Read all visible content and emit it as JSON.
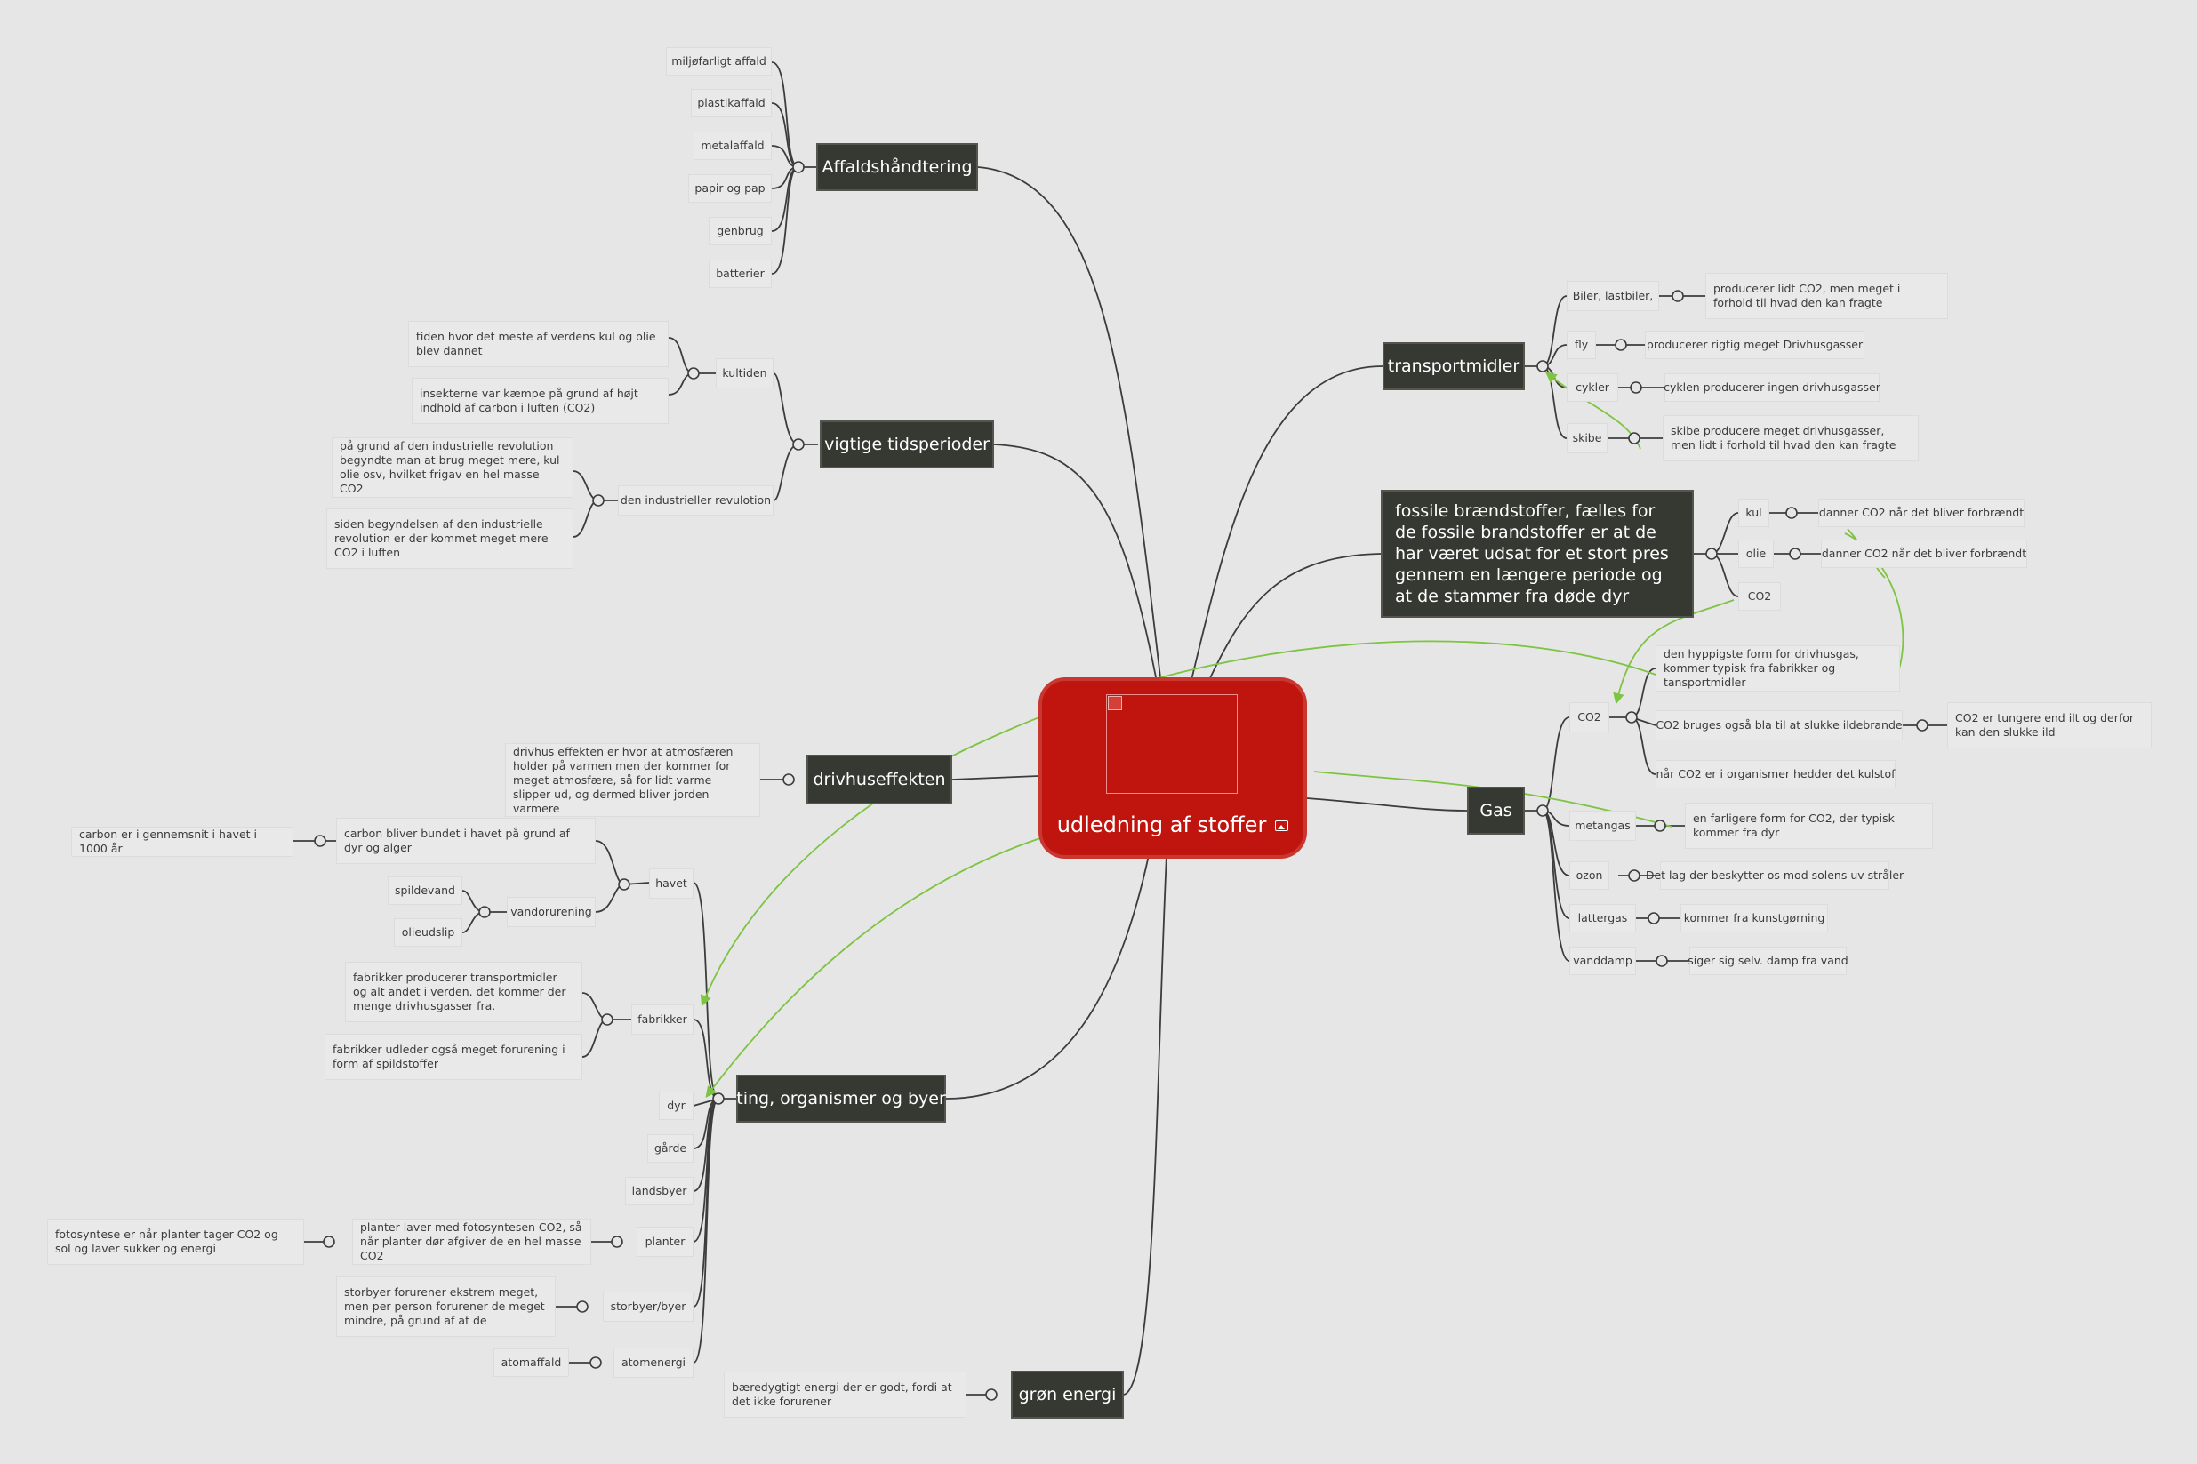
{
  "central": {
    "title": "udledning af stoffer",
    "image_icon": "image-icon"
  },
  "branches": {
    "affald": {
      "label": "Affaldshåndtering",
      "items": [
        "miljøfarligt affald",
        "plastikaffald",
        "metalaffald",
        "papir og pap",
        "genbrug",
        "batterier"
      ]
    },
    "tidsperioder": {
      "label": "vigtige tidsperioder",
      "kultiden": {
        "label": "kultiden",
        "notes": [
          "tiden hvor det meste af verdens kul og olie blev dannet",
          "insekterne var kæmpe på grund af højt indhold af carbon i luften (CO2)"
        ]
      },
      "industriel": {
        "label": "den industrieller revulotion",
        "notes": [
          "på grund af den industrielle revolution begyndte man at brug meget mere, kul olie osv, hvilket frigav en hel masse CO2",
          "siden begyndelsen af den industrielle revolution er der kommet meget mere CO2 i luften"
        ]
      }
    },
    "drivhus": {
      "label": "drivhuseffekten",
      "note": "drivhus effekten er hvor at atmosfæren holder på varmen men der kommer for meget atmosfære, så for lidt varme slipper ud, og dermed bliver jorden varmere"
    },
    "ting": {
      "label": "ting, organismer og byer",
      "havet": {
        "label": "havet",
        "carbon": "carbon bliver bundet i havet på grund af dyr og alger",
        "carbon_detail": "carbon er i gennemsnit i havet i 1000 år",
        "vandorurening": "vandorurening",
        "vand_items": [
          "spildevand",
          "olieudslip"
        ]
      },
      "fabrikker": {
        "label": "fabrikker",
        "notes": [
          "fabrikker producerer transportmidler og alt andet i verden. det kommer der menge drivhusgasser fra.",
          "fabrikker udleder også meget forurening i form af spildstoffer"
        ]
      },
      "dyr": "dyr",
      "garde": "gårde",
      "landsbyer": "landsbyer",
      "planter": {
        "label": "planter",
        "note": "planter laver med fotosyntesen CO2, så når planter dør afgiver de en hel masse CO2",
        "detail": "fotosyntese er når planter tager CO2 og sol og laver sukker og energi"
      },
      "storbyer": {
        "label": "storbyer/byer",
        "note": "storbyer forurener ekstrem meget, men per person forurener de meget mindre, på grund af at de"
      },
      "atomenergi": {
        "label": "atomenergi",
        "note": "atomaffald"
      }
    },
    "gron": {
      "label": "grøn energi",
      "note": "bæredygtigt energi der er godt, fordi at det ikke forurener"
    },
    "transport": {
      "label": "transportmidler",
      "items": [
        {
          "label": "Biler, lastbiler,",
          "note": "producerer lidt CO2, men meget i forhold til hvad den kan fragte"
        },
        {
          "label": "fly",
          "note": "producerer rigtig meget Drivhusgasser"
        },
        {
          "label": "cykler",
          "note": "cyklen producerer ingen drivhusgasser"
        },
        {
          "label": "skibe",
          "note": "skibe producere meget drivhusgasser, men lidt i forhold til hvad den kan fragte"
        }
      ]
    },
    "fossile": {
      "label": "fossile brændstoffer, fælles for de fossile brandstoffer er at de har været udsat for et stort pres gennem en længere periode og at de stammer fra døde dyr",
      "items": [
        {
          "label": "kul",
          "note": "danner CO2 når det bliver forbrændt"
        },
        {
          "label": "olie",
          "note": "danner CO2 når det bliver forbrændt"
        },
        {
          "label": "CO2",
          "note": ""
        }
      ]
    },
    "gas": {
      "label": "Gas",
      "co2": {
        "label": "CO2",
        "notes": [
          "den hyppigste form for drivhusgas, kommer typisk fra fabrikker og tansportmidler",
          "CO2 bruges også bla til at slukke ildebrande",
          "når CO2 er i organismer hedder det kulstof"
        ],
        "ild_detail": "CO2 er tungere end ilt og derfor kan den slukke ild"
      },
      "metangas": {
        "label": "metangas",
        "note": "en farligere form for CO2, der typisk kommer fra dyr"
      },
      "ozon": {
        "label": "ozon",
        "note": "Det lag der beskytter os mod solens uv stråler"
      },
      "lattergas": {
        "label": "lattergas",
        "note": "kommer fra kunstgørning"
      },
      "vanddamp": {
        "label": "vanddamp",
        "note": "siger sig selv. damp fra vand"
      }
    }
  },
  "colors": {
    "central": "#c0150e",
    "main_node": "#363832",
    "sub_node": "#e9e9e9",
    "line": "#3c3c3c",
    "relation": "#7dc442",
    "background": "#e6e6e6"
  }
}
